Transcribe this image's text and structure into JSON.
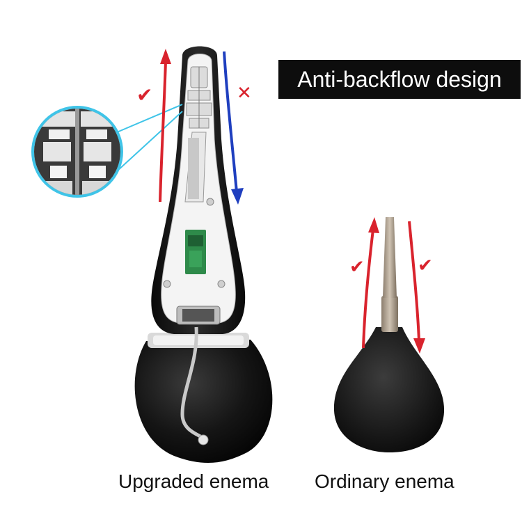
{
  "heading": "Anti-backflow design",
  "products": {
    "upgraded": {
      "label": "Upgraded enema"
    },
    "ordinary": {
      "label": "Ordinary enema"
    }
  },
  "marks": {
    "correct": "✔",
    "wrong": "✕"
  },
  "colors": {
    "inflow_arrow": "#d9232d",
    "blocked_arrow": "#1f3fbf",
    "zoom_ring": "#3fc4e8",
    "bulb": "#141414",
    "banner": "#0d0d0d"
  }
}
